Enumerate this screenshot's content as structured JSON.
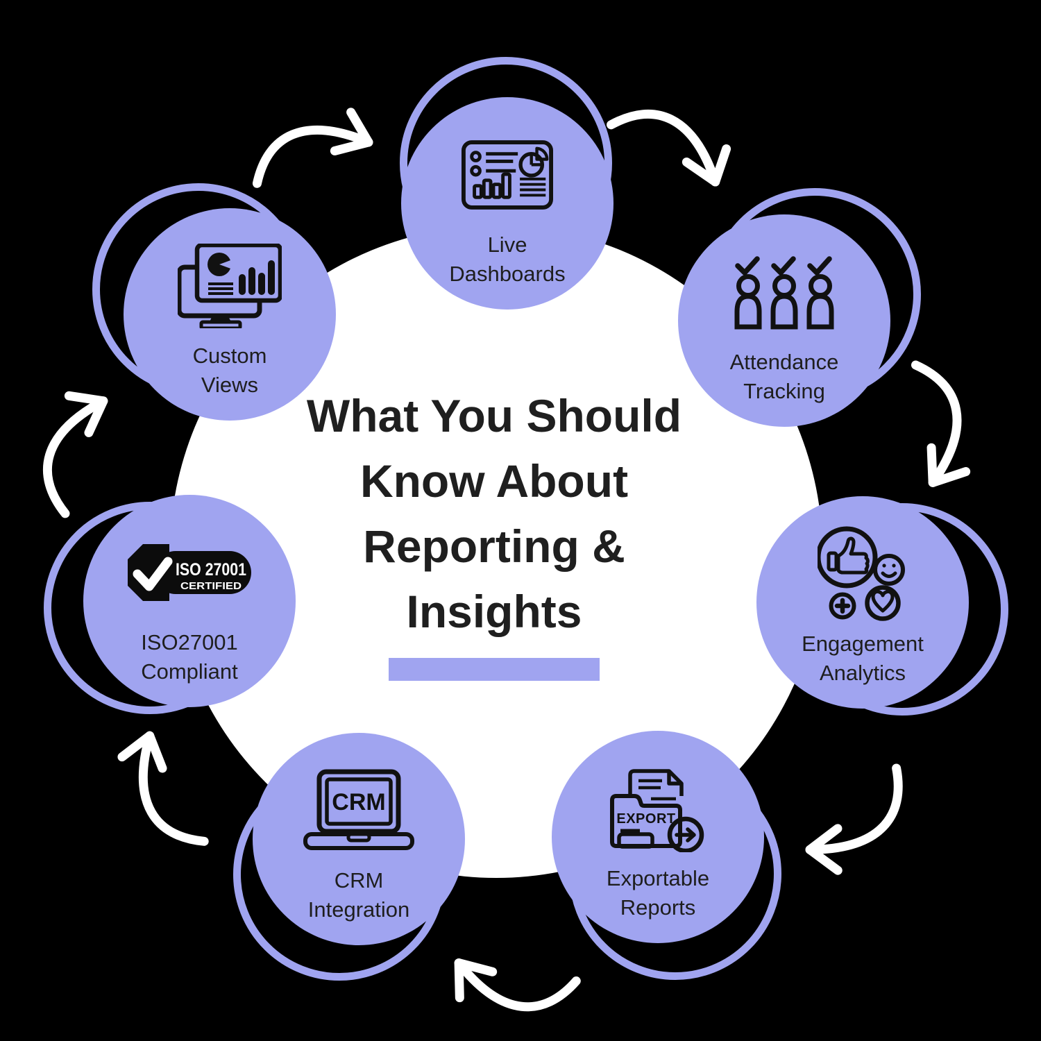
{
  "title": {
    "text": "What You Should\nKnow About\nReporting &\nInsights"
  },
  "colors": {
    "accent": "#a0a4f0",
    "background": "#000000",
    "center_circle": "#ffffff",
    "title_text": "#1f1f1f",
    "label_text": "#1e1e1e",
    "icon_stroke": "#111111",
    "badge_black": "#0c0c0c",
    "arrow": "#ffffff"
  },
  "items": [
    {
      "id": "live-dashboards",
      "label": "Live\nDashboards",
      "icon": "dashboard-icon"
    },
    {
      "id": "attendance-tracking",
      "label": "Attendance\nTracking",
      "icon": "attendance-people-check-icon"
    },
    {
      "id": "engagement-analytics",
      "label": "Engagement\nAnalytics",
      "icon": "engagement-reactions-icon"
    },
    {
      "id": "exportable-reports",
      "label": "Exportable\nReports",
      "icon": "export-document-icon",
      "icon_text": "EXPORT"
    },
    {
      "id": "crm-integration",
      "label": "CRM\nIntegration",
      "icon": "crm-laptop-icon",
      "icon_text": "CRM"
    },
    {
      "id": "iso27001-compliant",
      "label": "ISO27001\nCompliant",
      "icon": "iso-certified-badge-icon",
      "badge": {
        "line1": "ISO 27001",
        "line2": "CERTIFIED"
      }
    },
    {
      "id": "custom-views",
      "label": "Custom\nViews",
      "icon": "custom-views-monitor-icon"
    }
  ],
  "arrows": {
    "count": 7,
    "icon": "curved-arrow-icon",
    "color": "#ffffff",
    "direction": "clockwise"
  }
}
